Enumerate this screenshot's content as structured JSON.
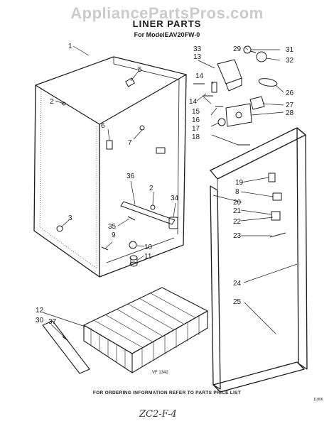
{
  "watermark": "AppliancePartsPros.com",
  "title": "LINER PARTS",
  "model_line": "For ModelEAV20FW-0",
  "figure_code": "VF 1342",
  "footer_text": "FOR ORDERING INFORMATION REFER TO PARTS PRICE LIST",
  "page_code": "11806",
  "handwritten_note": "ZC2-F-4",
  "callouts": [
    {
      "id": "c1",
      "label": "1"
    },
    {
      "id": "c2a",
      "label": "2"
    },
    {
      "id": "c2b",
      "label": "2"
    },
    {
      "id": "c3",
      "label": "3"
    },
    {
      "id": "c5",
      "label": "5"
    },
    {
      "id": "c6",
      "label": "6"
    },
    {
      "id": "c7",
      "label": "7"
    },
    {
      "id": "c8",
      "label": "8"
    },
    {
      "id": "c9",
      "label": "9"
    },
    {
      "id": "c10",
      "label": "10"
    },
    {
      "id": "c11",
      "label": "11"
    },
    {
      "id": "c12",
      "label": "12"
    },
    {
      "id": "c13",
      "label": "13"
    },
    {
      "id": "c14a",
      "label": "14"
    },
    {
      "id": "c14b",
      "label": "14"
    },
    {
      "id": "c15",
      "label": "15"
    },
    {
      "id": "c16",
      "label": "16"
    },
    {
      "id": "c17",
      "label": "17"
    },
    {
      "id": "c18",
      "label": "18"
    },
    {
      "id": "c19",
      "label": "19"
    },
    {
      "id": "c20",
      "label": "20"
    },
    {
      "id": "c21",
      "label": "21"
    },
    {
      "id": "c22",
      "label": "22"
    },
    {
      "id": "c23",
      "label": "23"
    },
    {
      "id": "c24",
      "label": "24"
    },
    {
      "id": "c25",
      "label": "25"
    },
    {
      "id": "c26",
      "label": "26"
    },
    {
      "id": "c27",
      "label": "27"
    },
    {
      "id": "c28",
      "label": "28"
    },
    {
      "id": "c29",
      "label": "29"
    },
    {
      "id": "c30",
      "label": "30"
    },
    {
      "id": "c31",
      "label": "31"
    },
    {
      "id": "c32",
      "label": "32"
    },
    {
      "id": "c33",
      "label": "33"
    },
    {
      "id": "c34",
      "label": "34"
    },
    {
      "id": "c35",
      "label": "35"
    },
    {
      "id": "c36",
      "label": "36"
    },
    {
      "id": "c37",
      "label": "37"
    }
  ]
}
